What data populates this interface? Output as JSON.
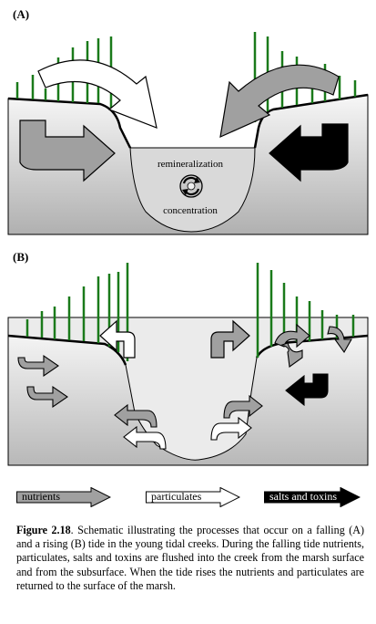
{
  "panel_a": {
    "label": "(A)",
    "center_labels": {
      "top": "remineralization",
      "bottom": "concentration"
    }
  },
  "panel_b": {
    "label": "(B)"
  },
  "legend": [
    {
      "label": "nutrients",
      "fill": "#a0a0a0",
      "text_color": "#000000"
    },
    {
      "label": "particulates",
      "fill": "#ffffff",
      "text_color": "#000000"
    },
    {
      "label": "salts and toxins",
      "fill": "#000000",
      "text_color": "#ffffff"
    }
  ],
  "caption": {
    "title": "Figure 2.18",
    "text": ".  Schematic illustrating the processes that occur on a falling (A) and a rising (B) tide in the young tidal creeks.  During the falling tide nutrients, particulates, salts and toxins are flushed into the creek from the marsh surface and from the subsurface.  When the tide rises the nutrients and particulates are returned to the surface of the marsh."
  },
  "colors": {
    "grass": "#1a7a1a",
    "nutrient_arrow": "#a0a0a0",
    "salt_arrow": "#000000",
    "sediment_top": "#f4f4f4",
    "sediment_bottom": "#b4b4b4"
  }
}
